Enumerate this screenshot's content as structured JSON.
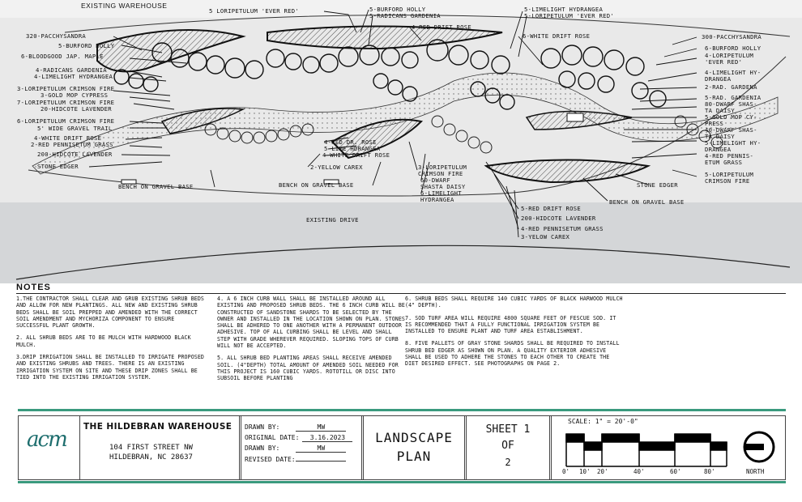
{
  "plan": {
    "labels": [
      "EXISTING WAREHOUSE",
      "5 LORIPETULUM 'EVER RED'",
      "5-BURFORD HOLLY",
      "5-RADICANS GARDENIA",
      "4-RED DRIFT ROSE",
      "5-LIMELIGHT HYDRANGEA",
      "5-LORIPETULUM 'EVER RED'",
      "6-WHITE DRIFT ROSE",
      "320-PACCHYSANDRA",
      "5-BURFORD HOLLY",
      "6-BLOODGOOD JAP. MAPLE",
      "4-RADICANS GARDENIA",
      "4-LIMELIGHT HYDRANGEA",
      "3-LORIPETULUM CRIMSON FIRE",
      "3-GOLD MOP CYPRESS",
      "7-LORIPETULUM CRIMSON FIRE",
      "20-HIDCOTE LAVENDER",
      "6-LORIPETULUM CRIMSON FIRE",
      "5' WIDE GRAVEL TRAIL",
      "4-WHITE DRIFT ROSE",
      "2-RED PENNISETUM GRASS",
      "200-HIDCOTE LAVENDER",
      "STONE EDGER",
      "4-RED DR. ROSE",
      "5-LIME HDRANGEA",
      "4-WHITE DRIFT ROSE",
      "2-YELLOW CAREX",
      "BENCH ON GRAVEL BASE",
      "BENCH ON GRAVEL BASE",
      "3-LORIPETULUM",
      "CRIMSON FIRE",
      "60-DWARF",
      "SHASTA DAISY",
      "6-LIMELIGHT",
      "HYDRANGEA",
      "300-PACCHYSANDRA",
      "6-BURFORD HOLLY",
      "4-LORIPETULUM",
      "'EVER RED'",
      "4-LIMELIGHT HY-",
      "DRANGEA",
      "2-RAD. GARDENA",
      "5-RAD. GARDENIA",
      "80-DWARF SHAS-",
      "TA DAISY",
      "5-GOLD MOP CY-",
      "PRESS",
      "40-DWARF SHAS-",
      "TA DAISY",
      "5-LIMELIGHT HY-",
      "DRANGEA",
      "4-RED PENNIS-",
      "ETUM GRASS",
      "STONE EDGER",
      "5-LORIPETULUM",
      "CRIMSON FIRE",
      "BENCH ON GRAVEL BASE",
      "5-RED DRIFT ROSE",
      "200-HIDCOTE LAVENDER",
      "4-RED PENNISETUM GRASS",
      "3-YELOW CAREX",
      "EXISTING DRIVE"
    ]
  },
  "notes": {
    "title": "NOTES",
    "col1": [
      "1.THE CONTRACTOR SHALL CLEAR AND GRUB EXISTING SHRUB BEDS AND ALLOW FOR NEW PLANTINGS. ALL NEW AND EXISTING SHRUB BEDS SHALL BE SOIL PREPPED AND AMENDED WITH THE CORRECT SOIL AMENDMENT AND MYCHORIZA COMPONENT TO ENSURE SUCCESSFUL PLANT GROWTH.",
      "2. ALL SHRUB BEDS ARE TO BE MULCH WITH HARDWOOD BLACK MULCH.",
      "3.DRIP IRRIGATION SHALL BE INSTALLED TO IRRIGATE PROPOSED AND EXISTING SHRUBS AND TREES. THERE IS AN EXISTING IRRIGATION SYSTEM ON SITE AND THESE DRIP ZONES SHALL BE TIED INTO THE EXISTING IRRIGATION SYSTEM."
    ],
    "col2": [
      "4. A 6 INCH CURB WALL SHALL BE INSTALLED AROUND ALL EXISTING AND PROPOSED SHRUB BEDS. THE 6 INCH CURB WILL BE CONSTRUCTED OF SANDSTONE SHARDS TO BE SELECTED BY THE OWNER AND INSTALLED IN THE LOCATION SHOWN ON PLAN. STONES SHALL BE ADHERED TO ONE ANOTHER WITH A PERMANENT OUTDOOR ADHESIVE. TOP OF ALL CURBING SHALL BE LEVEL AND SHALL STEP WITH GRADE WHEREVER REQUIRED. SLOPING TOPS OF CURB WILL NOT BE ACCEPTED.",
      "5. ALL SHRUB BED PLANTING AREAS SHALL RECEIVE AMENDED SOIL. (4\"DEPTH) TOTAL AMOUNT OF AMENDED SOIL NEEDED FOR THIS PROJECT IS 160 CUBIC YARDS. ROTOTILL OR DISC INTO SUBSOIL BEFORE PLANTING"
    ],
    "col3": [
      "6. SHRUB BEDS SHALL REQUIRE 140 CUBIC YARDS OF BLACK HARWOOD MULCH (4\" DEPTH).",
      "7. SOD TURF AREA WILL REQUIRE 4800 SQUARE FEET OF FESCUE SOD. IT IS RECOMMENDED THAT A FULLY FUNCTIONAL IRRIGATION SYSTEM BE INSTALLED TO ENSURE PLANT AND TURF AREA ESTABLISHMENT.",
      "8. FIVE PALLETS OF GRAY STONE SHARDS SHALL BE REQUIRED TO INSTALL SHRUB BED EDGER AS SHOWN ON PLAN. A QUALITY EXTERIOR ADHESIVE SHALL BE USED TO ADHERE THE STONES TO EACH OTHER TO CREATE THE DIET DESIRED EFFECT. SEE PHOTOGRAPHS ON PAGE 2."
    ]
  },
  "titleblock": {
    "logo": "acm",
    "project_name": "THE HILDEBRAN WAREHOUSE",
    "address1": "104 FIRST STREET NW",
    "address2": "HILDEBRAN, NC 28637",
    "drawn_by_label": "DRAWN BY:",
    "drawn_by_value": "MW",
    "original_date_label": "ORIGINAL DATE:",
    "original_date_value": "3.16.2023",
    "drawn_by2_label": "DRAWN BY:",
    "drawn_by2_value": "MW",
    "revised_date_label": "REVISED DATE:",
    "revised_date_value": "",
    "sheet_title1": "LANDSCAPE",
    "sheet_title2": "PLAN",
    "sheet_label": "SHEET 1",
    "sheet_of": "OF",
    "sheet_total": "2",
    "scale_label": "SCALE: 1\" = 20'-0\"",
    "scale_ticks": [
      "0'",
      "10'",
      "20'",
      "40'",
      "60'",
      "80'"
    ],
    "north_label": "NORTH",
    "accent_color": "#3a9a7e"
  }
}
